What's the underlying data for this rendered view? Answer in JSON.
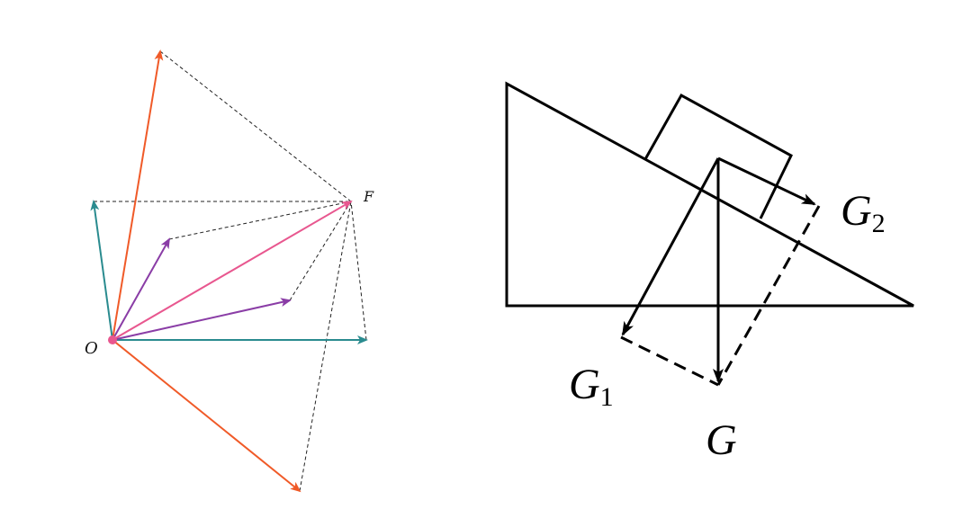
{
  "left_diagram": {
    "point_labels": {
      "origin": "O",
      "resultant": "F"
    },
    "colors": {
      "resultant": "#e8578f",
      "pair_a": "#f05a28",
      "pair_b": "#2a8b8f",
      "pair_c": "#8a3da6",
      "construction": "#222222",
      "origin_dot": "#e8578f"
    }
  },
  "right_diagram": {
    "labels": {
      "g1_main": "G",
      "g1_sub": "1",
      "g2_main": "G",
      "g2_sub": "2",
      "g": "G"
    },
    "colors": {
      "line": "#000000"
    }
  }
}
